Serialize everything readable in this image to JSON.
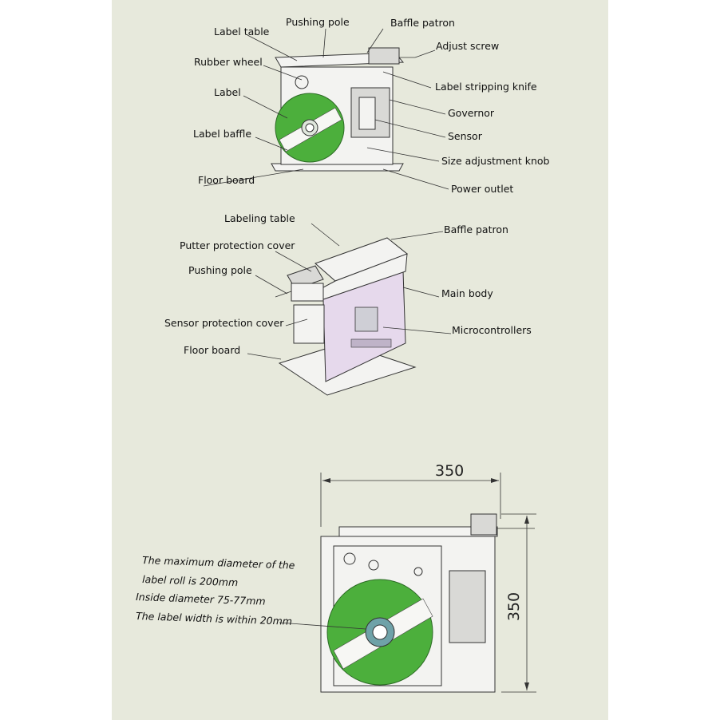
{
  "colors": {
    "background": "#e7e9dc",
    "label_roll_green": "#4caf3c",
    "main_body_lavender": "#e6d9ec"
  },
  "view1": {
    "pushing_pole": "Pushing pole",
    "baffle_patron": "Baffle patron",
    "label_table": "Label table",
    "adjust_screw": "Adjust screw",
    "rubber_wheel": "Rubber wheel",
    "label_stripping_knife": "Label stripping knife",
    "label": "Label",
    "governor": "Governor",
    "label_baffle": "Label baffle",
    "sensor": "Sensor",
    "size_adjustment_knob": "Size adjustment knob",
    "floor_board": "Floor board",
    "power_outlet": "Power outlet"
  },
  "view2": {
    "labeling_table": "Labeling table",
    "baffle_patron": "Baffle patron",
    "putter_protection_cover": "Putter protection cover",
    "pushing_pole": "Pushing pole",
    "main_body": "Main body",
    "sensor_protection_cover": "Sensor protection cover",
    "microcontrollers": "Microcontrollers",
    "floor_board": "Floor board"
  },
  "view3": {
    "width_dim": "350",
    "height_dim": "350",
    "note_line1": "The maximum diameter of the",
    "note_line2": "label roll is 200mm",
    "note_line3": "Inside diameter 75-77mm",
    "note_line4": "The label width is within 20mm"
  }
}
